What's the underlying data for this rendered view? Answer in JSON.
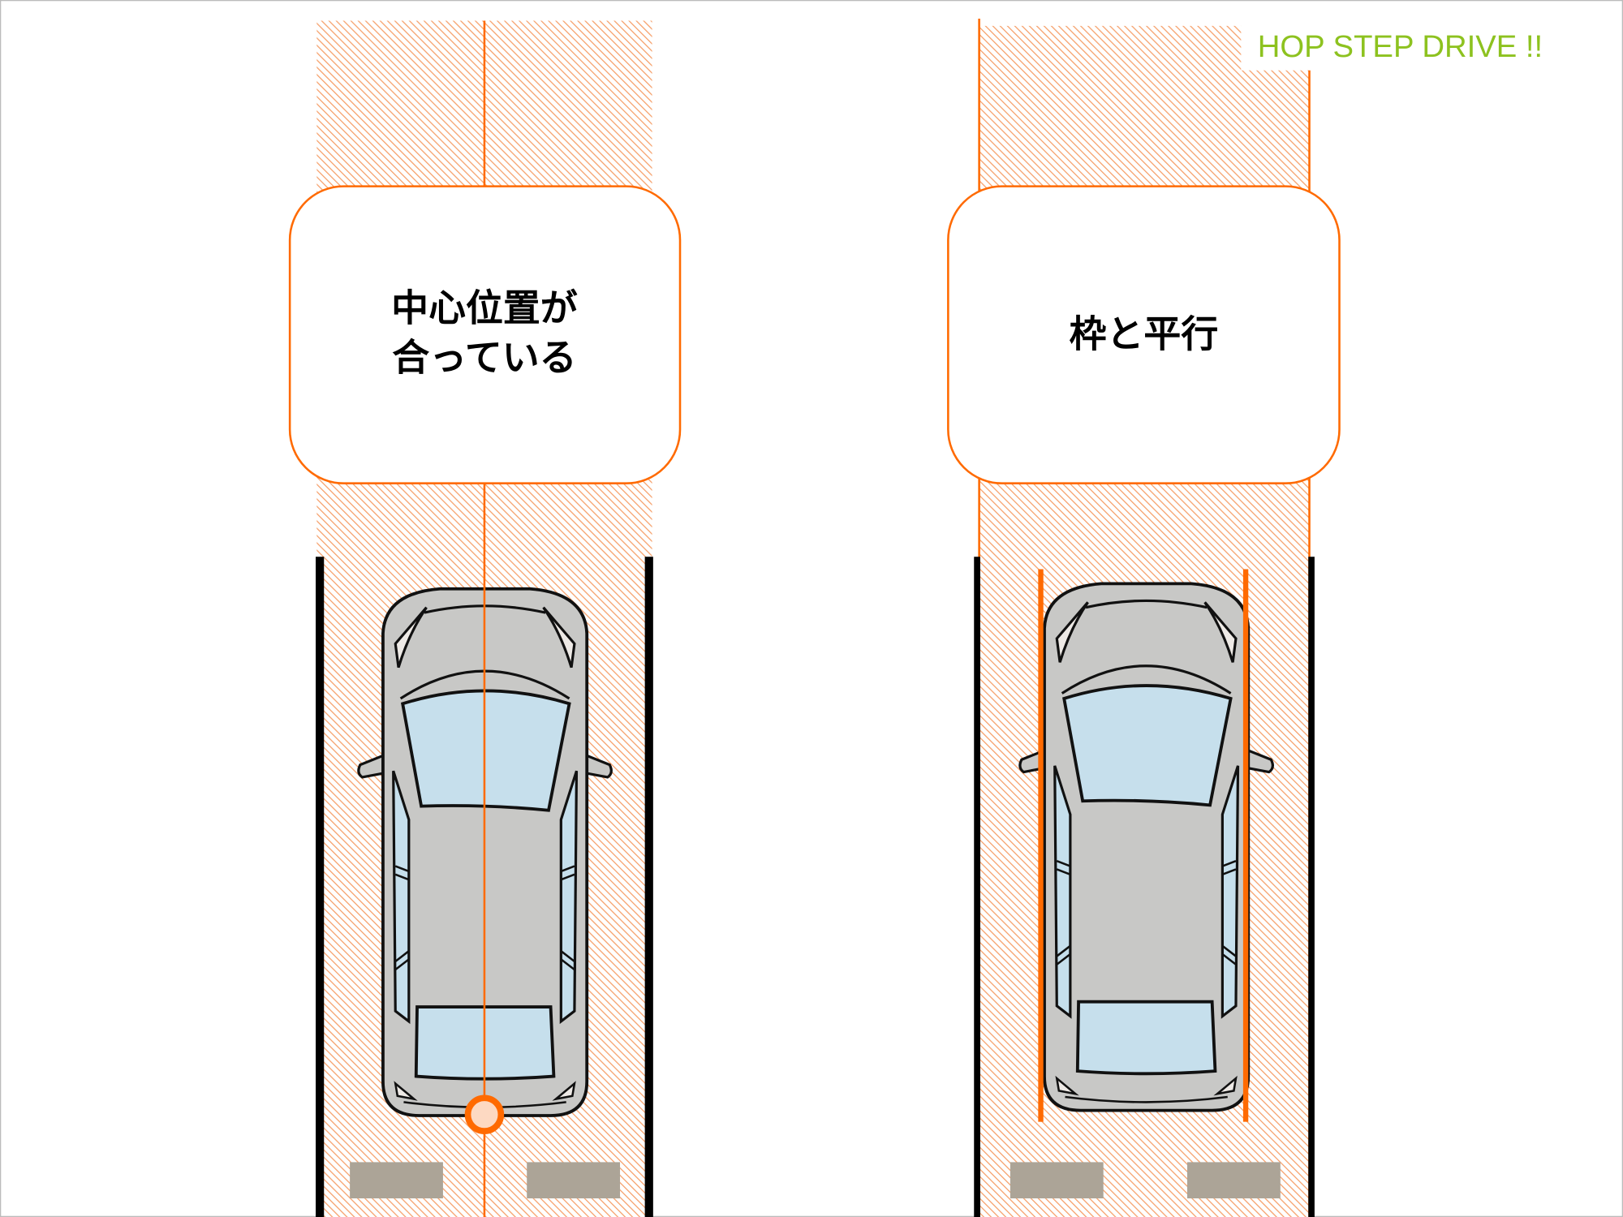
{
  "logo": {
    "text": "HOP STEP DRIVE !!"
  },
  "panels": [
    {
      "caption_lines": [
        "中心位置が",
        "合っている"
      ]
    },
    {
      "caption_lines": [
        "枠と平行"
      ]
    }
  ],
  "colors": {
    "accent": "#ff6a00",
    "hatch": "#f6a06a",
    "logo": "#8dc21f",
    "car_body": "#c8c8c6",
    "glass": "#c6dfec",
    "stop_block": "#aca497"
  }
}
